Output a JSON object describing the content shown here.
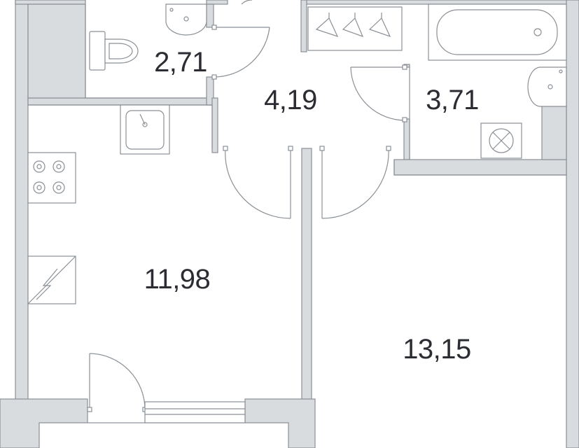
{
  "floor_plan": {
    "colors": {
      "wall_fill": "#d9dcdf",
      "wall_stroke": "#8a9096",
      "line": "#8a9096",
      "label": "#2b2d33",
      "background": "#ffffff"
    },
    "rooms": [
      {
        "id": "wc",
        "area_label": "2,71"
      },
      {
        "id": "hallway",
        "area_label": "4,19"
      },
      {
        "id": "bathroom",
        "area_label": "3,71"
      },
      {
        "id": "kitchen",
        "area_label": "11,98"
      },
      {
        "id": "bedroom",
        "area_label": "13,15"
      }
    ],
    "fixtures": [
      "sink-icon",
      "toilet-icon",
      "wardrobe-hangers-icon",
      "bathtub-icon",
      "washbasin-icon",
      "ventilation-icon",
      "kitchen-sink-icon",
      "stove-icon",
      "electrical-panel-icon",
      "window-icon"
    ]
  }
}
